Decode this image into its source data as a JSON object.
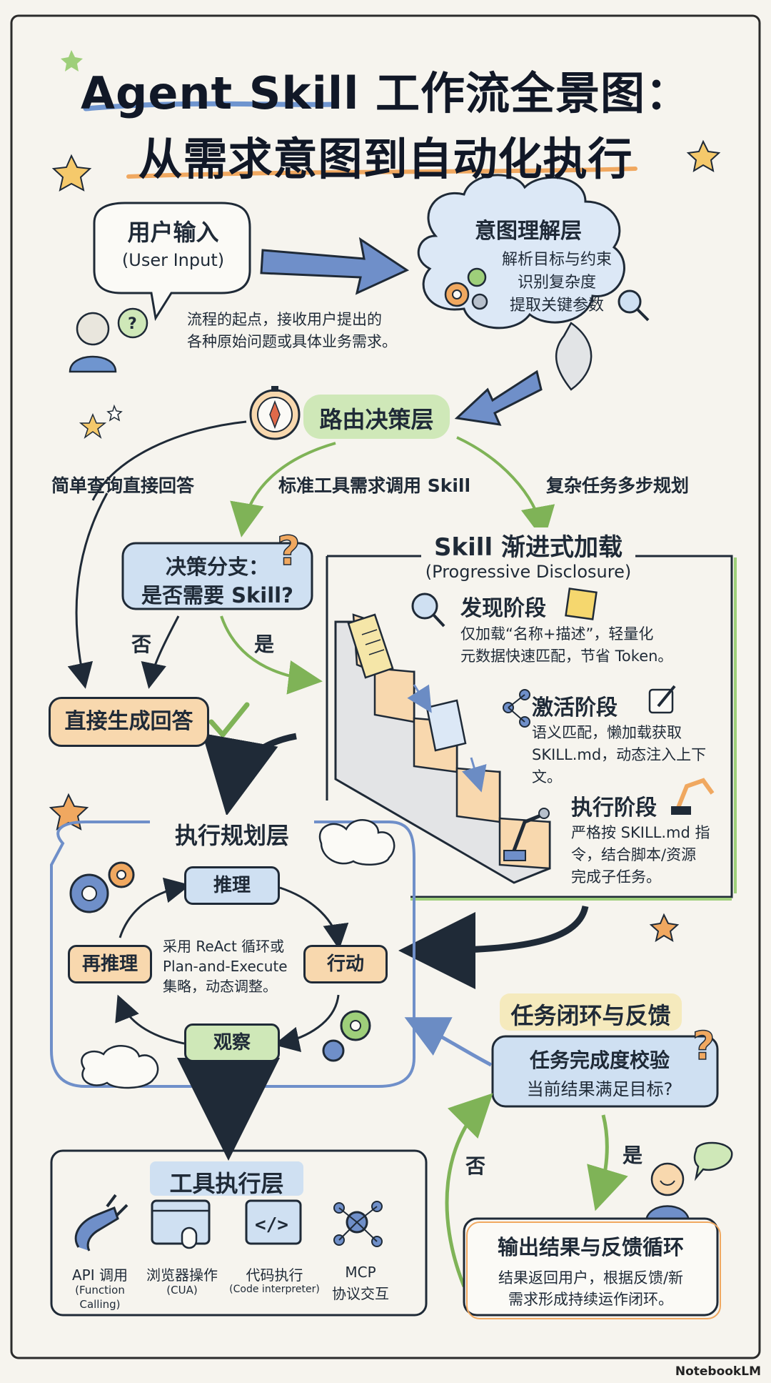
{
  "title": {
    "line1": "Agent Skill 工作流全景图：",
    "line2": "从需求意图到自动化执行"
  },
  "user_input": {
    "title": "用户输入",
    "subtitle": "(User Input)",
    "desc_line1": "流程的起点，接收用户提出的",
    "desc_line2": "各种原始问题或具体业务需求。"
  },
  "intent": {
    "title": "意图理解层",
    "items": [
      "解析目标与约束",
      "识别复杂度",
      "提取关键参数"
    ]
  },
  "router": {
    "title": "路由决策层",
    "branch_simple": "简单查询直接回答",
    "branch_standard": "标准工具需求调用 Skill",
    "branch_complex": "复杂任务多步规划"
  },
  "decision": {
    "line1": "决策分支：",
    "line2": "是否需要 Skill?",
    "no": "否",
    "yes": "是",
    "direct_answer": "直接生成回答"
  },
  "skill_loading": {
    "title": "Skill 渐进式加载",
    "subtitle": "(Progressive Disclosure)",
    "stages": [
      {
        "title": "发现阶段",
        "line1": "仅加载“名称+描述”，轻量化",
        "line2": "元数据快速匹配，节省 Token。"
      },
      {
        "title": "激活阶段",
        "line1": "语义匹配，懒加载获取",
        "line2": "SKILL.md，动态注入上下",
        "line3": "文。"
      },
      {
        "title": "执行阶段",
        "line1": "严格按 SKILL.md 指",
        "line2": "令，结合脚本/资源",
        "line3": "完成子任务。"
      }
    ]
  },
  "planning": {
    "title": "执行规划层",
    "reason": "推理",
    "act": "行动",
    "observe": "观察",
    "rethink": "再推理",
    "center_line1": "采用 ReAct 循环或",
    "center_line2": "Plan-and-Execute",
    "center_line3": "集略，动态调整。"
  },
  "tools": {
    "title": "工具执行层",
    "items": [
      {
        "label": "API 调用",
        "sub1": "(Function",
        "sub2": "Calling)",
        "icon": "plug-icon"
      },
      {
        "label": "浏览器操作",
        "sub1": "(CUA)",
        "sub2": "",
        "icon": "browser-icon"
      },
      {
        "label": "代码执行",
        "sub1": "(Code interpreter)",
        "sub2": "",
        "icon": "code-icon"
      },
      {
        "label": "MCP",
        "sub1": "协议交互",
        "sub2": "",
        "icon": "network-icon"
      }
    ]
  },
  "feedback": {
    "title": "任务闭环与反馈",
    "check_line1": "任务完成度校验",
    "check_line2": "当前结果满足目标?",
    "no": "否",
    "yes": "是",
    "output_title": "输出结果与反馈循环",
    "output_line1": "结果返回用户，根据反馈/新",
    "output_line2": "需求形成持续运作闭环。"
  },
  "brand": "NotebookLM"
}
